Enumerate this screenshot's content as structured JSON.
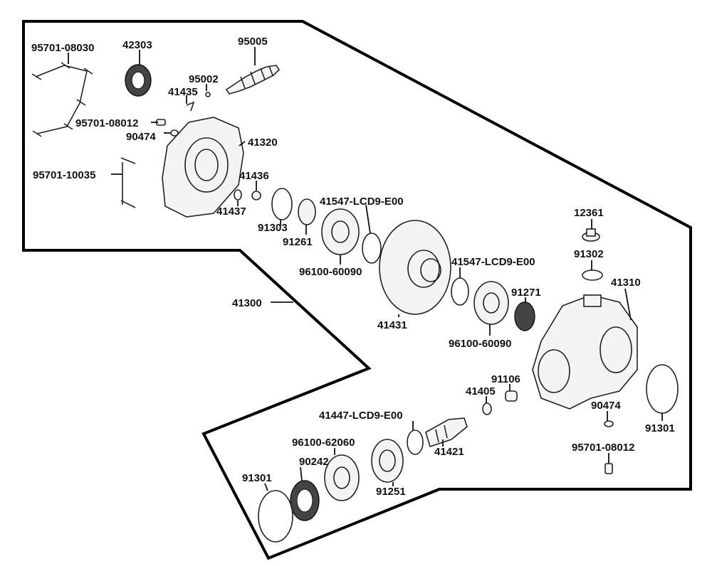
{
  "labels": {
    "l_95701_08030": "95701-08030",
    "l_42303": "42303",
    "l_95005": "95005",
    "l_95002": "95002",
    "l_41435": "41435",
    "l_95701_08012_a": "95701-08012",
    "l_90474_a": "90474",
    "l_41320": "41320",
    "l_95701_10035": "95701-10035",
    "l_41436": "41436",
    "l_41437": "41437",
    "l_91303": "91303",
    "l_91261": "91261",
    "l_41547_a": "41547-LCD9-E00",
    "l_96100_60090_a": "96100-60090",
    "l_41300": "41300",
    "l_41431": "41431",
    "l_41547_b": "41547-LCD9-E00",
    "l_91271": "91271",
    "l_96100_60090_b": "96100-60090",
    "l_12361": "12361",
    "l_91302": "91302",
    "l_41310": "41310",
    "l_91106": "91106",
    "l_41405": "41405",
    "l_90474_b": "90474",
    "l_91301_a": "91301",
    "l_95701_08012_b": "95701-08012",
    "l_41447": "41447-LCD9-E00",
    "l_96100_62060": "96100-62060",
    "l_41421": "41421",
    "l_90242": "90242",
    "l_91301_b": "91301",
    "l_91251": "91251"
  }
}
